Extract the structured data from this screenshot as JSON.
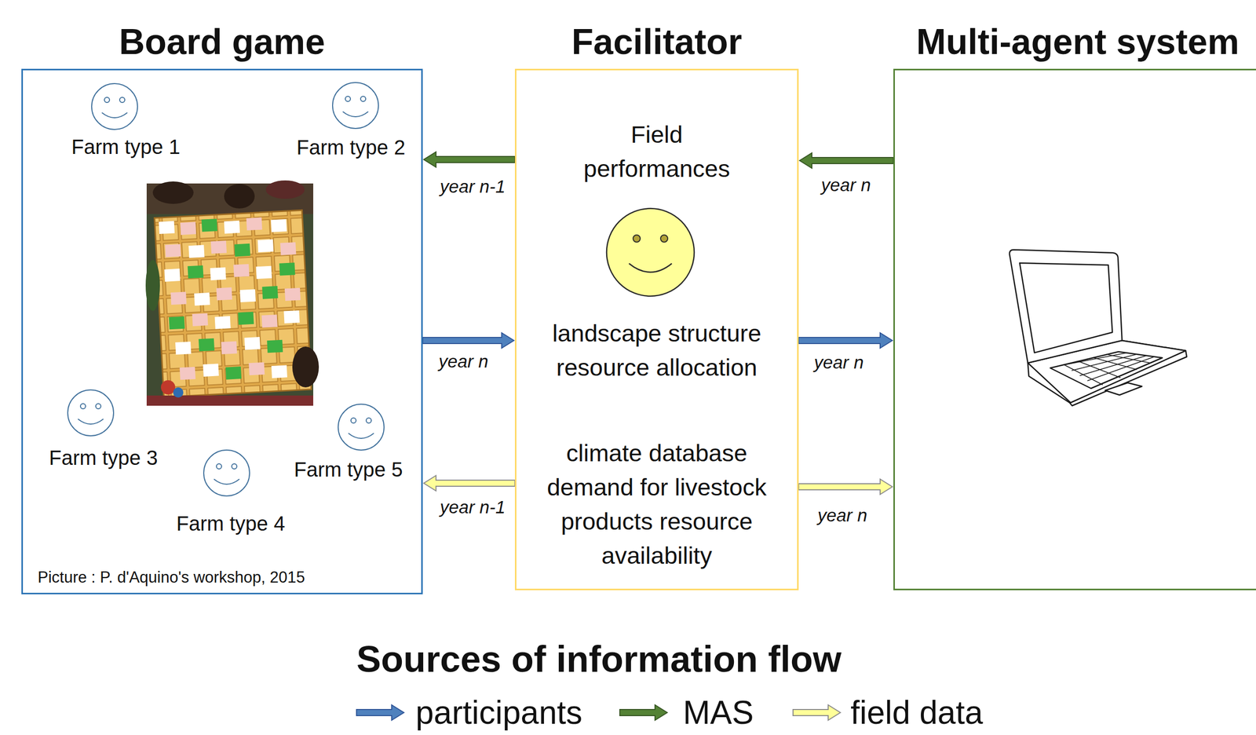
{
  "diagram": {
    "nodes": [
      {
        "text": [
          "Board game",
          "Picture : P. d'Aquino's workshop, 2015"
        ]
      },
      {
        "text": [
          "Farm type 1"
        ],
        "in": 0
      },
      {
        "text": [
          "Farm type 2"
        ],
        "in": 0
      },
      {
        "text": [
          "Farm type 3"
        ],
        "in": 0
      },
      {
        "text": [
          "Farm type 4"
        ],
        "in": 0
      },
      {
        "text": [
          "Farm type 5"
        ],
        "in": 0
      },
      {
        "text": [
          "Facilitator",
          "Field performances",
          "landscape structure resource allocation",
          "climate database demand for livestock products resource availability"
        ]
      },
      {
        "text": [
          "Multi-agent system"
        ]
      }
    ],
    "edges": [
      {
        "from": 6,
        "to": 0,
        "label": "year n-1",
        "arrow": "to"
      },
      {
        "from": 7,
        "to": 6,
        "label": "year n",
        "arrow": "to"
      },
      {
        "from": 0,
        "to": 6,
        "label": "year n",
        "arrow": "to"
      },
      {
        "from": 6,
        "to": 7,
        "label": "year n",
        "arrow": "to"
      },
      {
        "from": 6,
        "to": 0,
        "label": "year n-1",
        "arrow": "to"
      },
      {
        "from": 6,
        "to": 7,
        "label": "year n",
        "arrow": "to"
      }
    ],
    "labels": [
      "Sources of information flow"
    ],
    "legend": [
      {
        "text": "participants",
        "color": "#4f81bd"
      },
      {
        "text": "MAS",
        "color": "#548235"
      },
      {
        "text": "field data",
        "color": "#ffff99"
      }
    ]
  }
}
